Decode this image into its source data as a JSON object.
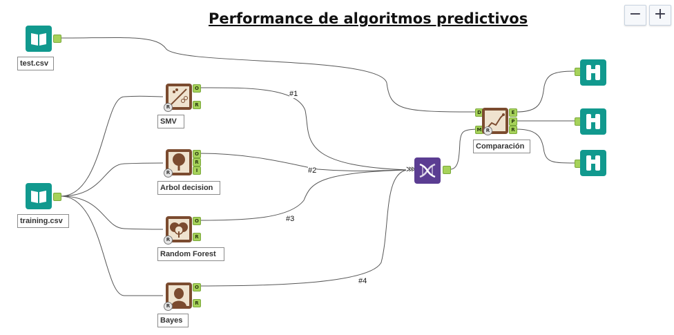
{
  "title": "Performance de algoritmos predictivos",
  "zoom": {
    "minus": "−",
    "plus": "+"
  },
  "nodes": {
    "test": {
      "label": "test.csv"
    },
    "training": {
      "label": "training.csv"
    },
    "smv": {
      "label": "SMV",
      "ports": [
        "O",
        "R"
      ]
    },
    "arbol": {
      "label": "Arbol decision",
      "ports": [
        "O",
        "R",
        "I"
      ]
    },
    "rf": {
      "label": "Random Forest",
      "ports": [
        "O",
        "R"
      ]
    },
    "bayes": {
      "label": "Bayes",
      "ports": [
        "O",
        "R"
      ]
    },
    "comparacion": {
      "label": "Comparación",
      "in_ports": [
        "D",
        "M"
      ],
      "out_ports": [
        "E",
        "P",
        "R"
      ]
    }
  },
  "wire_labels": [
    "#1",
    "#2",
    "#3",
    "#4"
  ],
  "colors": {
    "model": "#7b4b2f",
    "io": "#11998e",
    "union": "#5b3d92",
    "port": "#a6d25a"
  },
  "icons": {
    "test": "book-icon",
    "training": "book-icon",
    "smv": "scatter-icon",
    "arbol": "tree-icon",
    "rf": "forest-icon",
    "bayes": "portrait-icon",
    "union": "dna-icon",
    "comparacion": "chart-icon",
    "browse": "binoculars-icon"
  }
}
